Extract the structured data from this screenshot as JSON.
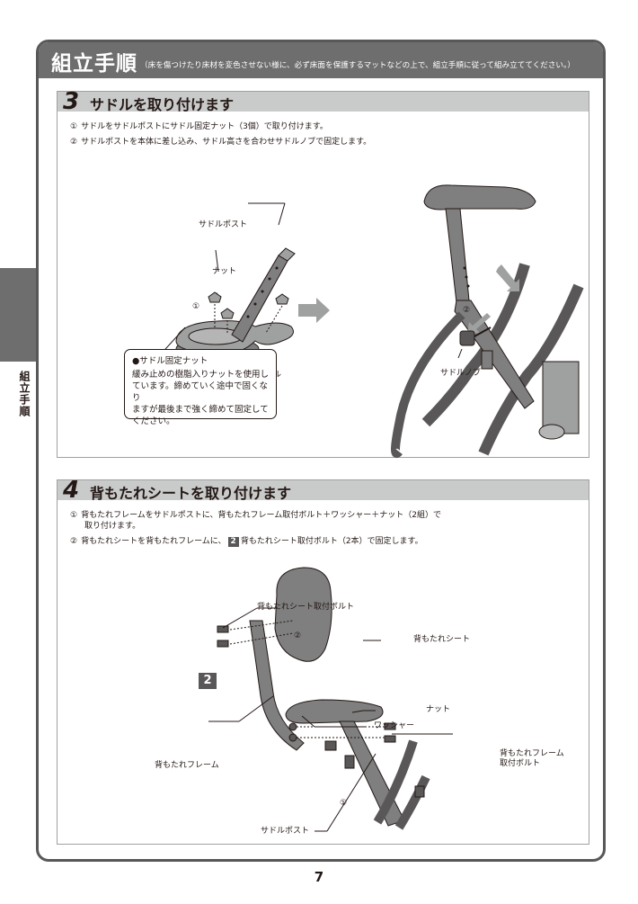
{
  "side_tab": {
    "label": "組立手順"
  },
  "header": {
    "title": "組立手順",
    "note": "（床を傷つけたり床材を変色させない様に、必ず床面を保護するマットなどの上で、組立手順に従って組み立ててください。）"
  },
  "step3": {
    "number": "3",
    "title": "サドルを取り付けます",
    "instructions": [
      {
        "marker": "①",
        "text": "サドルをサドルポストにサドル固定ナット（3個）で取り付けます。"
      },
      {
        "marker": "②",
        "text": "サドルポストを本体に差し込み、サドル高さを合わせサドルノブで固定します。"
      }
    ],
    "labels": {
      "saddle_post": "サドルポスト",
      "nut": "ナット",
      "saddle": "サドル",
      "saddle_knob": "サドルノブ",
      "marker1": "①",
      "marker2": "②"
    },
    "note": {
      "title": "●サドル固定ナット",
      "body": "緩み止めの樹脂入りナットを使用し\nています。締めていく途中で固くなり\nますが最後まで強く締めて固定して\nください。"
    }
  },
  "step4": {
    "number": "4",
    "title": "背もたれシートを取り付けます",
    "instructions": [
      {
        "marker": "①",
        "text": "背もたれフレームをサドルポストに、背もたれフレーム取付ボルト＋ワッシャー＋ナット（2組）で"
      },
      {
        "marker": "",
        "text": "取り付けます。"
      },
      {
        "marker": "②",
        "text": "背もたれシートを背もたれフレームに、",
        "badge": "2",
        "text_after": "背もたれシート取付ボルト（2本）で固定します。"
      }
    ],
    "labels": {
      "seat_bolt": "背もたれシート取付ボルト",
      "back_seat": "背もたれシート",
      "nut": "ナット",
      "washer": "ワッシャー",
      "frame_bolt_line1": "背もたれフレーム",
      "frame_bolt_line2": "取付ボルト",
      "back_frame": "背もたれフレーム",
      "saddle_post": "サドルポスト",
      "marker1": "①",
      "marker2": "②"
    },
    "part_badge": "2"
  },
  "page_number": "7",
  "colors": {
    "frame_gray": "#595757",
    "header_gray": "#6e6e6e",
    "step_bar_gray": "#c9caca",
    "part_gray": "#7f7f7f"
  }
}
